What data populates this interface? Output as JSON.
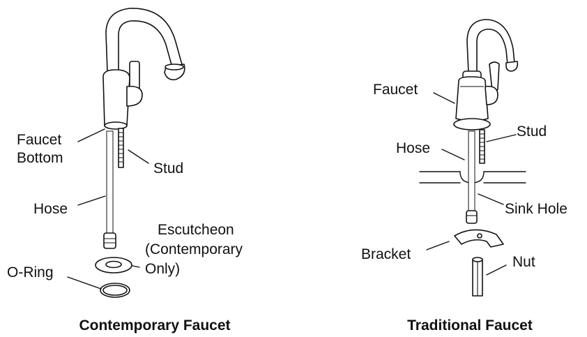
{
  "contemporary": {
    "caption": "Contemporary Faucet",
    "labels": {
      "faucet_bottom_1": "Faucet",
      "faucet_bottom_2": "Bottom",
      "stud": "Stud",
      "hose": "Hose",
      "escutcheon_1": "Escutcheon",
      "escutcheon_2": "(Contemporary",
      "escutcheon_3": "Only)",
      "oring": "O-Ring"
    }
  },
  "traditional": {
    "caption": "Traditional Faucet",
    "labels": {
      "faucet": "Faucet",
      "stud": "Stud",
      "hose": "Hose",
      "sink_hole": "Sink Hole",
      "bracket": "Bracket",
      "nut": "Nut"
    }
  }
}
